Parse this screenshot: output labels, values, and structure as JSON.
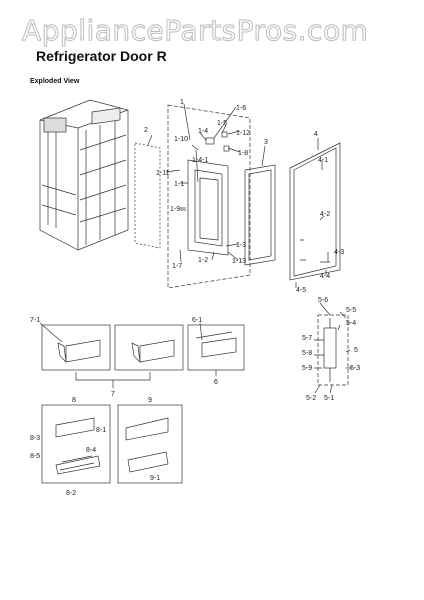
{
  "watermark": "AppliancePartsPros.com",
  "title": "Refrigerator Door R",
  "subtitle": "Exploded View",
  "labels": {
    "l1": "1",
    "l1_6": "1-6",
    "l1_5": "1-5",
    "l1_4": "1-4",
    "l1_10": "1-10",
    "l1_12": "1-12",
    "l1_4_1": "1-4-1",
    "l1_8": "1-8",
    "l1_11": "1-11",
    "l1_1": "1-1",
    "l1_9": "1-9",
    "l1_3": "1-3",
    "l1_2": "1-2",
    "l1_13": "1-13",
    "l1_7": "1-7",
    "l2": "2",
    "l3": "3",
    "l4": "4",
    "l4_1": "4-1",
    "l4_2": "4-2",
    "l4_3": "4-3",
    "l4_4": "4-4",
    "l4_5": "4-5",
    "l5_6": "5-6",
    "l5_5": "5-5",
    "l5_4": "5-4",
    "l5_7": "5-7",
    "l5": "5",
    "l5_8": "5-8",
    "l5_9": "5-9",
    "l5_3": "5-3",
    "l5_2": "5-2",
    "l5_1": "5-1",
    "l6_1": "6-1",
    "l6": "6",
    "l7_1": "7-1",
    "l7": "7",
    "l8": "8",
    "l8_3": "8-3",
    "l8_1": "8-1",
    "l8_4": "8-4",
    "l8_5": "8-5",
    "l8_2": "8-2",
    "l9": "9",
    "l9_1": "9-1"
  }
}
